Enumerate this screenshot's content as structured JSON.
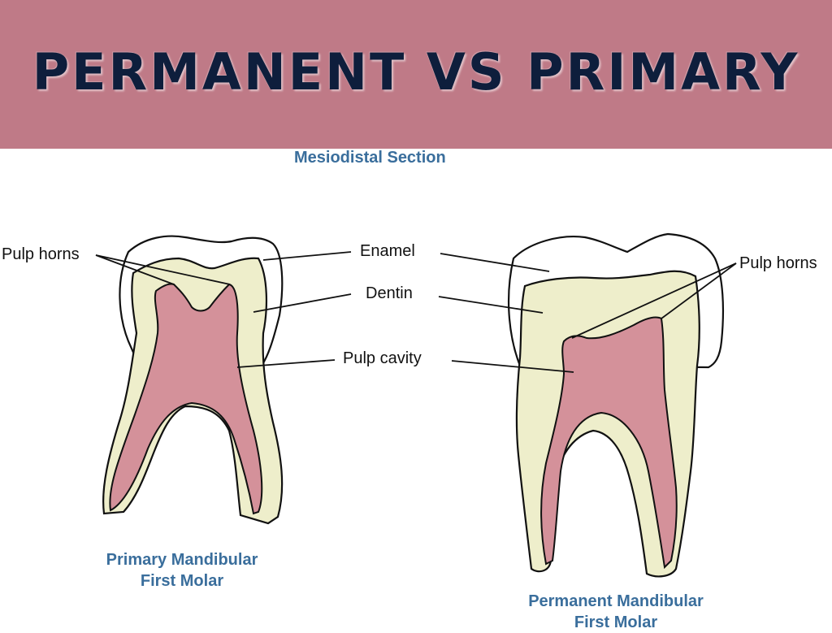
{
  "title": "PERMANENT VS PRIMARY",
  "section_title": "Mesiodistal Section",
  "labels": {
    "pulp_horns_left": "Pulp horns",
    "enamel": "Enamel",
    "dentin": "Dentin",
    "pulp_cavity": "Pulp cavity",
    "pulp_horns_right": "Pulp horns"
  },
  "captions": {
    "primary_line1": "Primary Mandibular",
    "primary_line2": "First Molar",
    "permanent_line1": "Permanent Mandibular",
    "permanent_line2": "First Molar"
  },
  "colors": {
    "banner": "#bf7a87",
    "title_text": "#0e1e3c",
    "caption_text": "#3a6e9c",
    "enamel": "#ffffff",
    "dentin": "#eeeecb",
    "pulp": "#d4919a"
  }
}
